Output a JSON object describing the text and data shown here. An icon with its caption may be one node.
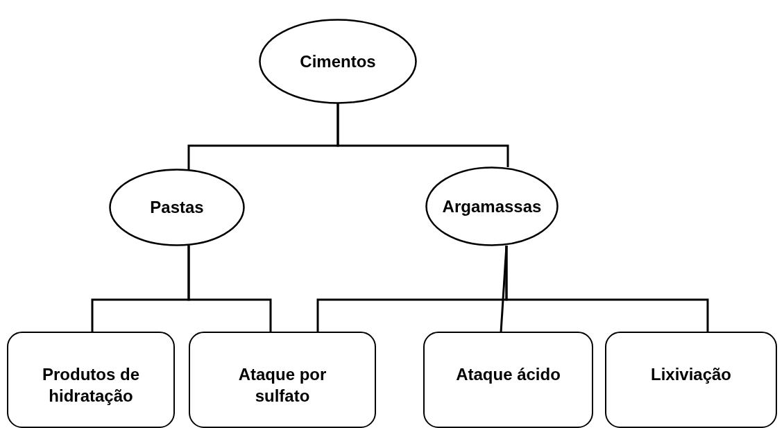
{
  "diagram": {
    "nodes": [
      {
        "text": [
          "Cimentos"
        ]
      },
      {
        "text": [
          "Pastas"
        ]
      },
      {
        "text": [
          "Argamassas"
        ]
      },
      {
        "text": [
          "Produtos de hidratação"
        ]
      },
      {
        "text": [
          "Ataque por sulfato"
        ]
      },
      {
        "text": [
          "Ataque ácido"
        ]
      },
      {
        "text": [
          "Lixiviação"
        ]
      }
    ],
    "edges": [
      {
        "from": 0,
        "to": 1,
        "arrow": "none"
      },
      {
        "from": 0,
        "to": 2,
        "arrow": "none"
      },
      {
        "from": 1,
        "to": 3,
        "arrow": "none"
      },
      {
        "from": 1,
        "to": 4,
        "arrow": "none"
      },
      {
        "from": 2,
        "to": 4,
        "arrow": "none"
      },
      {
        "from": 2,
        "to": 5,
        "arrow": "none"
      },
      {
        "from": 2,
        "to": 6,
        "arrow": "none"
      }
    ]
  }
}
